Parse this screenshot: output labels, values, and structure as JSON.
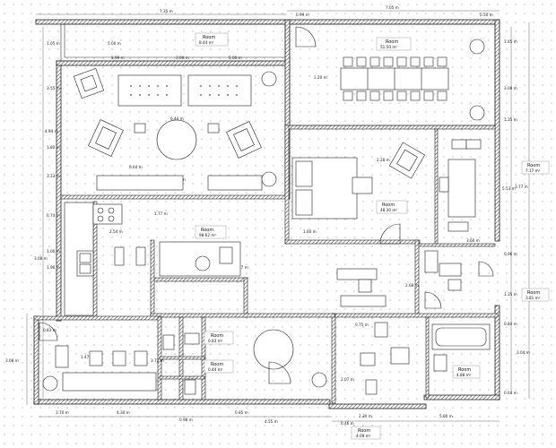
{
  "plan": {
    "room_labels": [
      {
        "name": "Room",
        "area": "8.44 m²"
      },
      {
        "name": "Room",
        "area": "51.50 m²"
      },
      {
        "name": "Room",
        "area": "7.17 m²"
      },
      {
        "name": "Room",
        "area": "48.30 m²"
      },
      {
        "name": "Room",
        "area": "98.62 m²"
      },
      {
        "name": "Room",
        "area": "3.81 m²"
      },
      {
        "name": "Room",
        "area": "0.83 m²"
      },
      {
        "name": "Room",
        "area": "0.44 m²"
      },
      {
        "name": "Room",
        "area": "4.88 m²"
      },
      {
        "name": "Room",
        "area": "4.09 m²"
      }
    ],
    "top_dimensions": [
      "7.35 m",
      "7.05 m",
      "5.00 m",
      "0.99 m",
      "0.50 m"
    ],
    "bottom_dimensions": [
      "3.70 m",
      "4.30 m",
      "0.98 m",
      "0.85 m",
      "4.55 m",
      "2.30 m",
      "5.00 m",
      "0.46 m"
    ],
    "interior_dimensions": [
      "5.99 m",
      "3.00 m",
      "5.00 m",
      "6.44 m",
      "6.04 m",
      "3.90 m",
      "5.00 m",
      "1.77 m",
      "2.54 m",
      "3.28 m",
      "3.72 m",
      "1.47 m",
      "4.77 m",
      "1.20 m",
      "1.66 m",
      "2.28 m",
      "1.60 m",
      "1.53 m",
      "3.60 m",
      "2.68 m",
      "2.07 m",
      "0.75 m"
    ],
    "left_dimensions": [
      "1.05 m",
      "3.55 m",
      "4.94 m",
      "1.80 m",
      "3.33 m",
      "0.74 m",
      "3.08 m",
      "1.00 m",
      "1.96 m",
      "0.83 m",
      "3.08 m"
    ],
    "right_dimensions": [
      "1.45 m",
      "3.00 m",
      "1.35 m",
      "3.77 m",
      "5.53 m",
      "0.96 m",
      "1.35 m",
      "0.84 m",
      "3.04 m",
      "0.64 m"
    ]
  },
  "icons": [
    "plant-icon",
    "bed-icon",
    "armchair-icon",
    "stove-icon",
    "sink-icon",
    "toilet-icon",
    "bathtub-icon",
    "door-swing-icon",
    "table-icon",
    "sofa-icon"
  ]
}
